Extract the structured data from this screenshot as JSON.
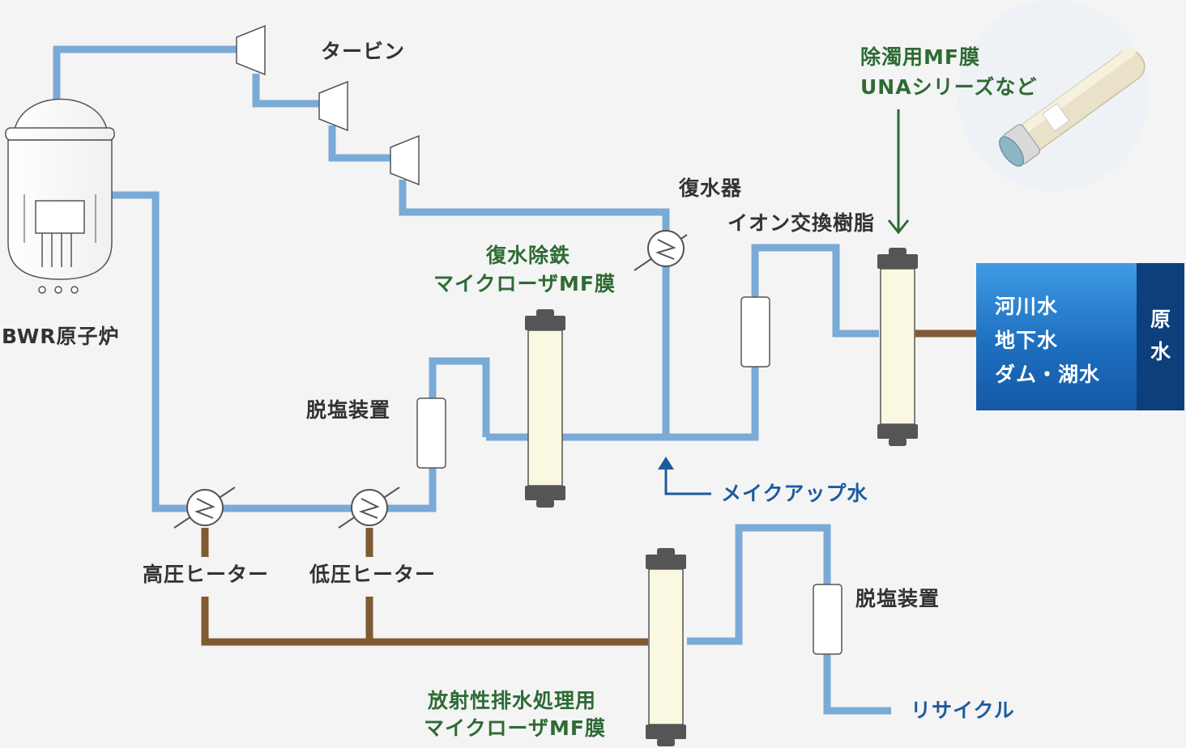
{
  "colors": {
    "water_pipe": "#7aaad6",
    "waste_pipe": "#805a33",
    "membrane_cap": "#555555",
    "membrane_body": "#fbf8e2",
    "label_dark": "#333333",
    "label_green": "#2e6b34",
    "label_blue": "#1d5b9e",
    "source_box": "#1e6fc0",
    "source_header": "#0d3f7c"
  },
  "labels": {
    "reactor": "BWR原子炉",
    "turbine": "タービン",
    "condenser": "復水器",
    "ion_exchange": "イオン交換樹脂",
    "desalination_1": "脱塩装置",
    "desalination_2": "脱塩装置",
    "high_pressure_heater": "高圧ヒーター",
    "low_pressure_heater": "低圧ヒーター",
    "makeup_water": "メイクアップ水",
    "recycle": "リサイクル"
  },
  "membranes": {
    "condensate_iron_removal": [
      "復水除鉄",
      "マイクローザMF膜"
    ],
    "turbidity_removal": [
      "除濁用MF膜",
      "UNAシリーズなど"
    ],
    "radioactive_waste": [
      "放射性排水処理用",
      "マイクローザMF膜"
    ]
  },
  "raw_water": {
    "header": "原水",
    "header_chars": [
      "原",
      "水"
    ],
    "sources": [
      "河川水",
      "地下水",
      "ダム・湖水"
    ]
  }
}
